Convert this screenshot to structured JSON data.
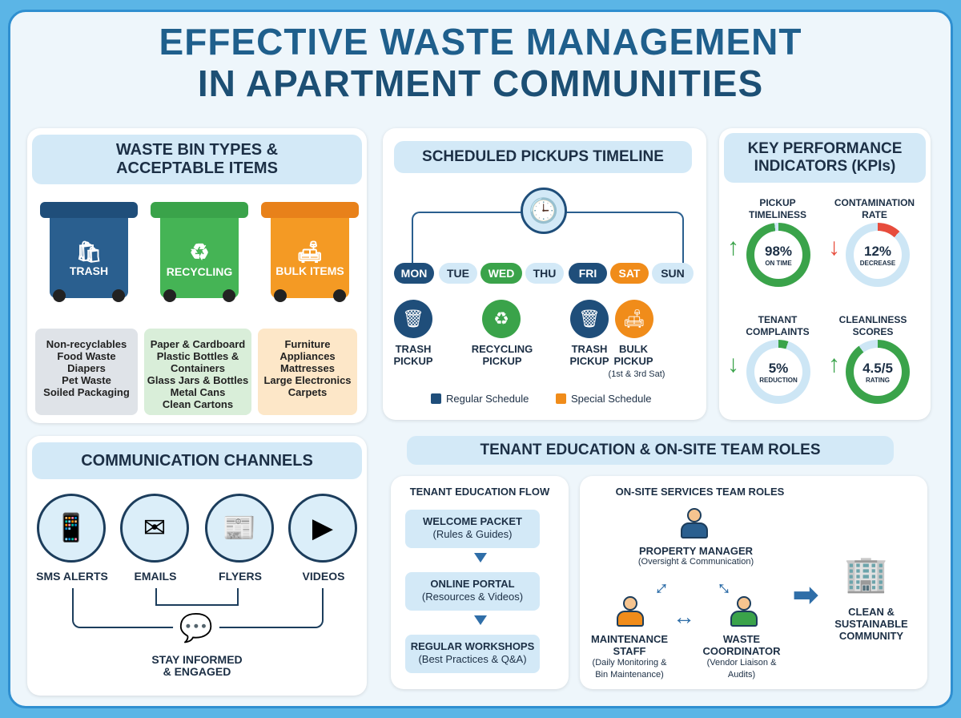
{
  "title": {
    "line1": "EFFECTIVE WASTE MANAGEMENT",
    "line2": "IN APARTMENT COMMUNITIES"
  },
  "bins": {
    "title": "WASTE BIN TYPES & ACCEPTABLE ITEMS",
    "items": [
      {
        "label": "TRASH",
        "color": "#1f4e7a",
        "list": [
          "Non-recyclables",
          "Food Waste",
          "Diapers",
          "Pet Waste",
          "Soiled Packaging"
        ],
        "box": "#dfe3e8"
      },
      {
        "label": "RECYCLING",
        "color": "#3aa34a",
        "list": [
          "Paper & Cardboard",
          "Plastic Bottles &",
          "Containers",
          "Glass Jars & Bottles",
          "Metal Cans",
          "Clean Cartons"
        ],
        "box": "#d9eed9"
      },
      {
        "label": "BULK ITEMS",
        "color": "#f08c1a",
        "list": [
          "Furniture",
          "Appliances",
          "Mattresses",
          "Large Electronics",
          "Carpets"
        ],
        "box": "#fde7c8"
      }
    ]
  },
  "timeline": {
    "title": "SCHEDULED PICKUPS TIMELINE",
    "days": [
      {
        "d": "MON",
        "t": "dark"
      },
      {
        "d": "TUE",
        "t": "light"
      },
      {
        "d": "WED",
        "t": "green"
      },
      {
        "d": "THU",
        "t": "light"
      },
      {
        "d": "FRI",
        "t": "dark"
      },
      {
        "d": "SAT",
        "t": "orange"
      },
      {
        "d": "SUN",
        "t": "light"
      }
    ],
    "pickups": [
      {
        "label": "TRASH PICKUP"
      },
      {
        "label": "RECYCLING PICKUP"
      },
      {
        "label": "TRASH PICKUP"
      },
      {
        "label": "BULK PICKUP",
        "sub": "(1st & 3rd Sat)"
      }
    ],
    "legend": {
      "regular": "Regular Schedule",
      "special": "Special Schedule"
    }
  },
  "kpis": {
    "title": "KEY PERFORMANCE INDICATORS (KPIs)",
    "items": [
      {
        "name": "PICKUP TIMELINESS",
        "value": "98%",
        "sub": "ON TIME",
        "dir": "up",
        "pct": 98
      },
      {
        "name": "CONTAMINATION RATE",
        "value": "12%",
        "sub": "DECREASE",
        "dir": "down",
        "pct": 12
      },
      {
        "name": "TENANT COMPLAINTS",
        "value": "5%",
        "sub": "REDUCTION",
        "dir": "down",
        "pct": 5
      },
      {
        "name": "CLEANLINESS SCORES",
        "value": "4.5/5",
        "sub": "RATING",
        "dir": "up",
        "pct": 90
      }
    ]
  },
  "comms": {
    "title": "COMMUNICATION CHANNELS",
    "channels": [
      "SMS ALERTS",
      "EMAILS",
      "FLYERS",
      "VIDEOS"
    ],
    "result": "STAY INFORMED & ENGAGED"
  },
  "education": {
    "title": "TENANT EDUCATION & ON-SITE TEAM ROLES",
    "flow_title": "TENANT EDUCATION FLOW",
    "flow": [
      {
        "h": "WELCOME PACKET",
        "s": "(Rules & Guides)"
      },
      {
        "h": "ONLINE PORTAL",
        "s": "(Resources & Videos)"
      },
      {
        "h": "REGULAR WORKSHOPS",
        "s": "(Best Practices & Q&A)"
      }
    ],
    "roles_title": "ON-SITE SERVICES TEAM ROLES",
    "roles": [
      {
        "h": "PROPERTY MANAGER",
        "s": "(Oversight & Communication)"
      },
      {
        "h": "MAINTENANCE STAFF",
        "s": "(Daily Monitoring & Bin Maintenance)"
      },
      {
        "h": "WASTE COORDINATOR",
        "s": "(Vendor Liaison & Audits)"
      }
    ],
    "outcome": "CLEAN & SUSTAINABLE COMMUNITY"
  }
}
